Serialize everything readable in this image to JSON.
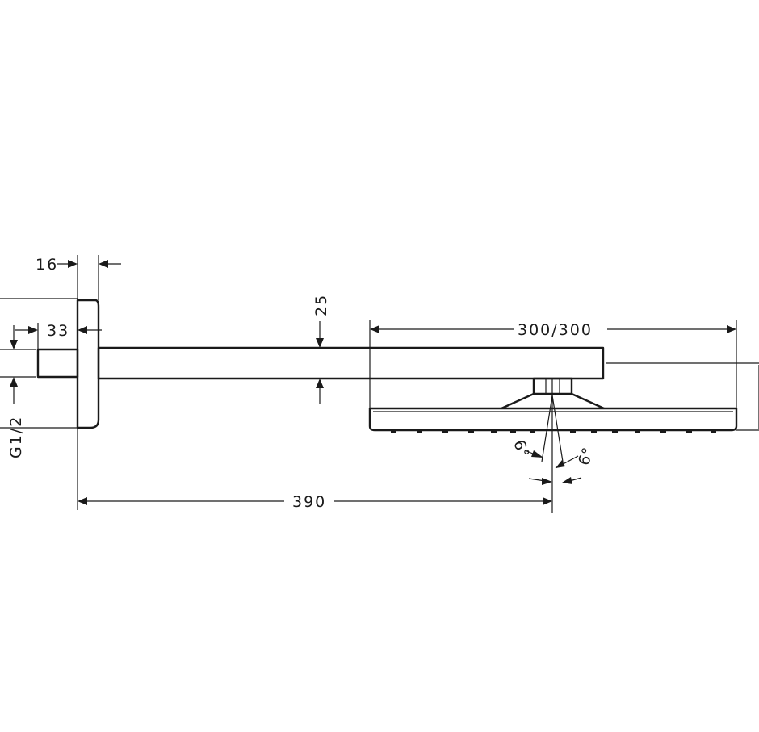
{
  "drawing": {
    "dimensions": {
      "flange_thickness": "16",
      "inlet_projection": "33",
      "arm_height": "25",
      "head_size": "300/300",
      "arm_length": "390",
      "thread": "G1/2",
      "tilt_left": "6°",
      "tilt_right": "6°"
    },
    "colors": {
      "line": "#1a1a1a",
      "background": "#ffffff"
    }
  }
}
